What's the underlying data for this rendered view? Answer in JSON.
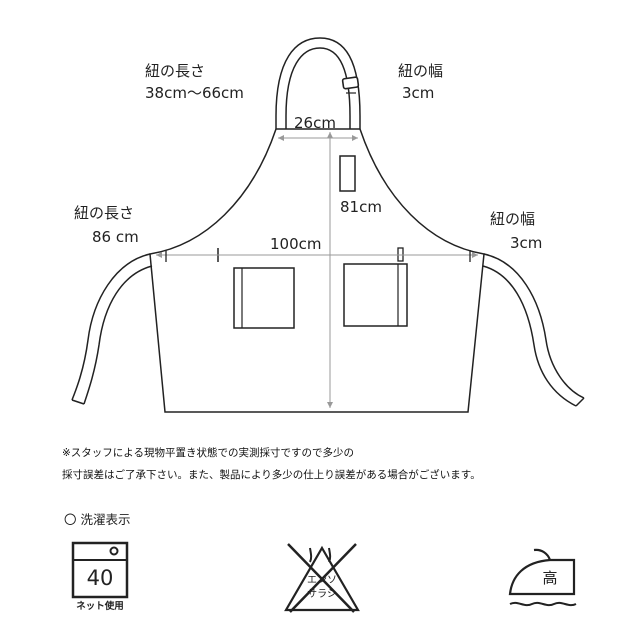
{
  "labels": {
    "strap_top_length_title": "紐の長さ",
    "strap_top_length_value": "38cm〜66cm",
    "strap_top_width_title": "紐の幅",
    "strap_top_width_value": "3cm",
    "neck_width": "26cm",
    "total_length": "81cm",
    "waist_tie_length_title": "紐の長さ",
    "waist_tie_length_value": "86 cm",
    "waist_tie_width_title": "紐の幅",
    "waist_tie_width_value": "3cm",
    "body_width": "100cm"
  },
  "note": {
    "line1": "※スタッフによる現物平置き状態での実測採寸ですので多少の",
    "line2": "採寸誤差はご了承下さい。また、製品により多少の仕上り誤差がある場合がございます。"
  },
  "care": {
    "heading": "〇 洗濯表示",
    "wash_temp": "40",
    "wash_caption": "ネット使用",
    "bleach_line1": "エンソ",
    "bleach_line2": "サラシ",
    "iron_label": "高"
  },
  "colors": {
    "outline": "#222222",
    "dimension": "#999999"
  }
}
